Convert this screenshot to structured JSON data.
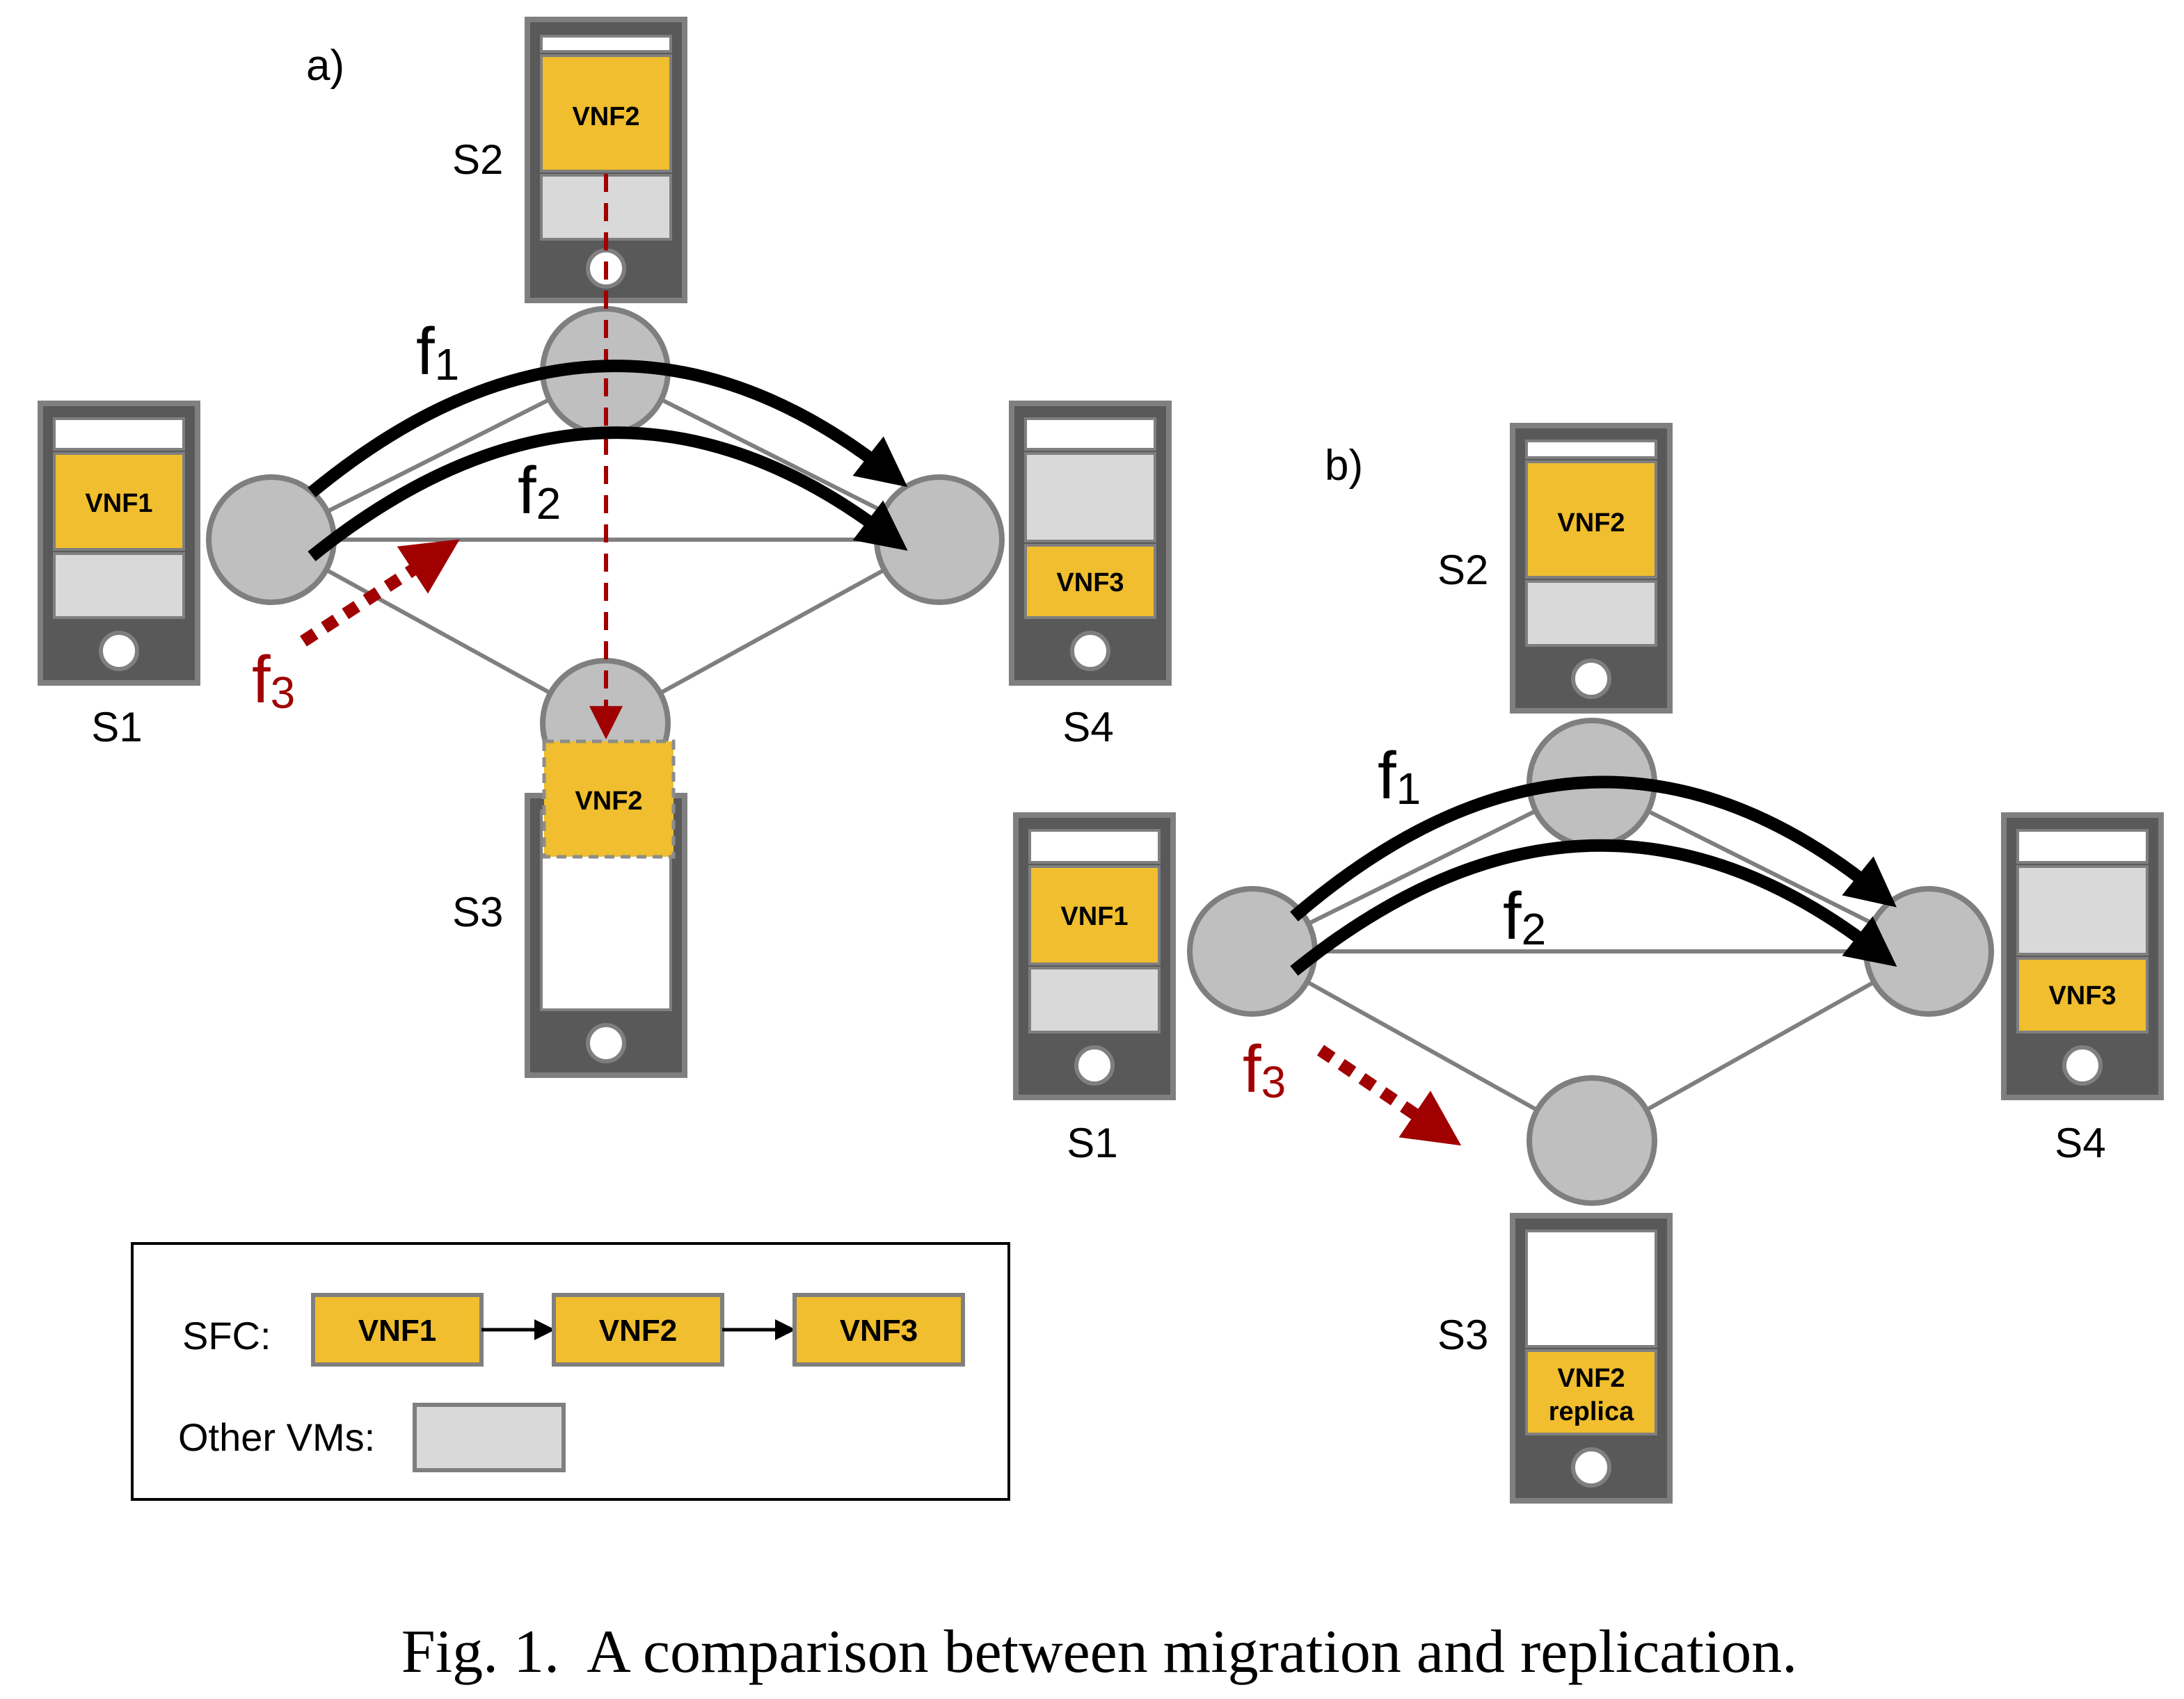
{
  "panel_a": {
    "label": "a)",
    "servers": {
      "s1": "S1",
      "s2": "S2",
      "s3": "S3",
      "s4": "S4"
    },
    "vnfs": {
      "vnf1": "VNF1",
      "vnf2": "VNF2",
      "vnf3": "VNF3",
      "vnf2_migrated": "VNF2"
    },
    "flows": {
      "f1": "f",
      "f1_sub": "1",
      "f2": "f",
      "f2_sub": "2",
      "f3": "f",
      "f3_sub": "3"
    }
  },
  "panel_b": {
    "label": "b)",
    "servers": {
      "s1": "S1",
      "s2": "S2",
      "s3": "S3",
      "s4": "S4"
    },
    "vnfs": {
      "vnf1": "VNF1",
      "vnf2": "VNF2",
      "vnf3": "VNF3",
      "replica_line1": "VNF2",
      "replica_line2": "replica"
    },
    "flows": {
      "f1": "f",
      "f1_sub": "1",
      "f2": "f",
      "f2_sub": "2",
      "f3": "f",
      "f3_sub": "3"
    }
  },
  "legend": {
    "sfc_label": "SFC:",
    "chain": [
      "VNF1",
      "VNF2",
      "VNF3"
    ],
    "other_vms_label": "Other VMs:"
  },
  "caption": "Fig. 1.  A comparison between migration and replication.",
  "colors": {
    "vnf_fill": "#F0BE2E",
    "vm_fill": "#D9D9D9",
    "server_body": "#595959",
    "server_border": "#7F7F7F",
    "node_fill": "#BFBFBF",
    "node_stroke": "#7F7F7F",
    "flow": "#000000",
    "f3_flow": "#A00000"
  }
}
